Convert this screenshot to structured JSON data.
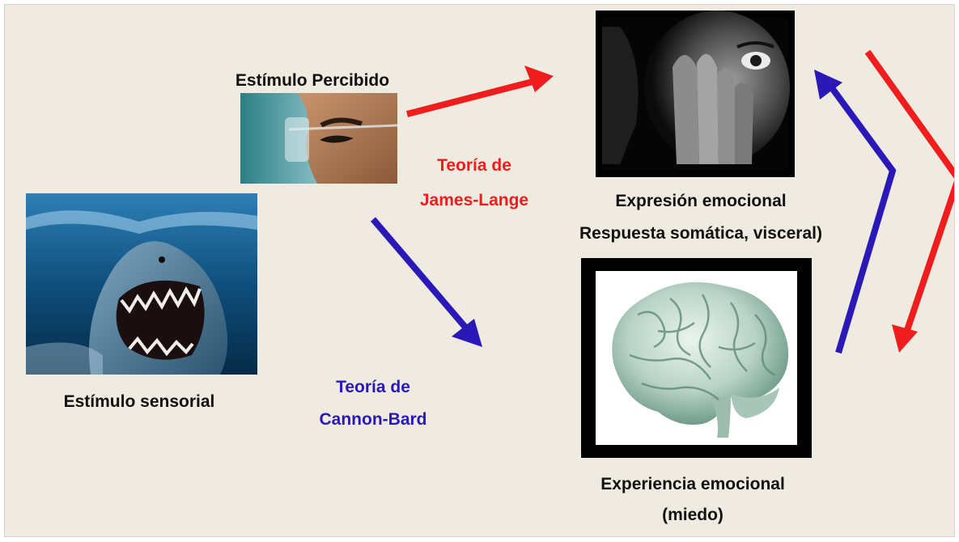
{
  "labels": {
    "perceived_stimulus": "Estímulo Percibido",
    "sensory_stimulus": "Estímulo sensorial",
    "james_lange_line1": "Teoría de",
    "james_lange_line2": "James-Lange",
    "cannon_bard_line1": "Teoría de",
    "cannon_bard_line2": "Cannon-Bard",
    "expression_line1": "Expresión emocional",
    "expression_line2": "Respuesta somática, visceral)",
    "experience_line1": "Experiencia emocional",
    "experience_line2": "(miedo)"
  },
  "colors": {
    "james_lange": "#ef1d1d",
    "cannon_bard": "#2a18b7",
    "background": "#efebe1"
  },
  "images": {
    "eye": "eye-closeup-photo",
    "shark": "shark-photo",
    "scream": "frightened-face-photo",
    "brain": "brain-illustration"
  }
}
